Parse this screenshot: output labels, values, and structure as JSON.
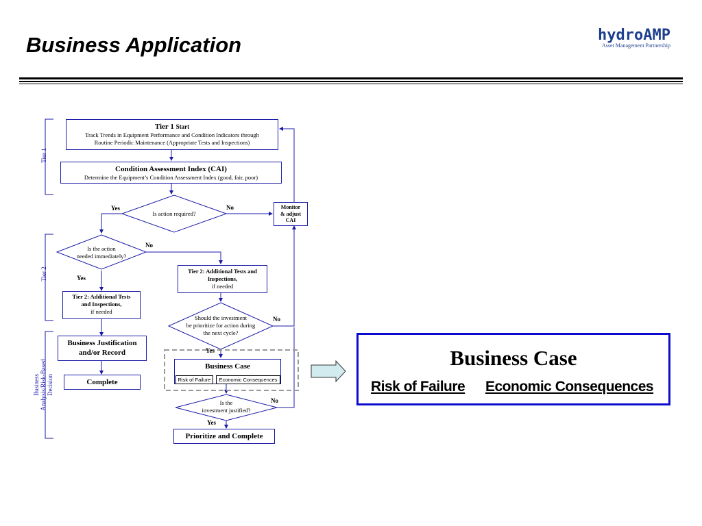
{
  "header": {
    "title": "Business Application",
    "logo_main": "hydroAMP",
    "logo_sub": "Asset Management Partnership"
  },
  "side_labels": {
    "tier1": "Tier 1",
    "tier2": "Tier 2",
    "business_line1": "Business",
    "business_line2": "Analysis/Risk-Based",
    "business_line3": "Decision"
  },
  "flow": {
    "start": {
      "title": "Tier 1",
      "title_suffix": "Start",
      "line1": "Track Trends in Equipment Performance and Condition Indicators through",
      "line2": "Routine Periodic Maintenance (Appropriate Tests and Inspections)"
    },
    "cai": {
      "title": "Condition Assessment Index (CAI)",
      "desc": "Determine the Equipment’s Condition Assessment Index (good, fair, poor)"
    },
    "action_required": {
      "question": "Is action required?",
      "yes": "Yes",
      "no": "No"
    },
    "monitor": {
      "line1": "Monitor",
      "line2": "& adjust",
      "line3": "CAI"
    },
    "immediate": {
      "line1": "Is the action",
      "line2": "needed immediately?",
      "no": "No",
      "yes": "Yes"
    },
    "tier2_right": {
      "line1": "Tier 2: Additional Tests and",
      "line2": "Inspections,",
      "line3": "if needed"
    },
    "tier2_left": {
      "line1": "Tier 2: Additional Tests",
      "line2": "and Inspections,",
      "line3": "if needed"
    },
    "prioritize_q": {
      "line1": "Should the investment",
      "line2": "be prioritize for action during",
      "line3": "the next cycle?",
      "no": "No",
      "yes": "Yes"
    },
    "business_justification": {
      "line1": "Business Justification",
      "line2": "and/or Record"
    },
    "complete": "Complete",
    "business_case": {
      "title": "Business Case",
      "risk": "Risk of Failure",
      "econ": "Economic Consequences"
    },
    "investment_q": {
      "line1": "Is the",
      "line2": "investment justified?",
      "no": "No",
      "yes": "Yes"
    },
    "prioritize_complete": "Prioritize and Complete"
  },
  "business_case_panel": {
    "title": "Business Case",
    "risk": "Risk of Failure",
    "econ": "Economic Consequences"
  },
  "colors": {
    "line": "#1a1aa8",
    "panel_border": "#0b0bd0",
    "arrow_fill": "#d2ebee",
    "logo": "#1f3f8f"
  }
}
